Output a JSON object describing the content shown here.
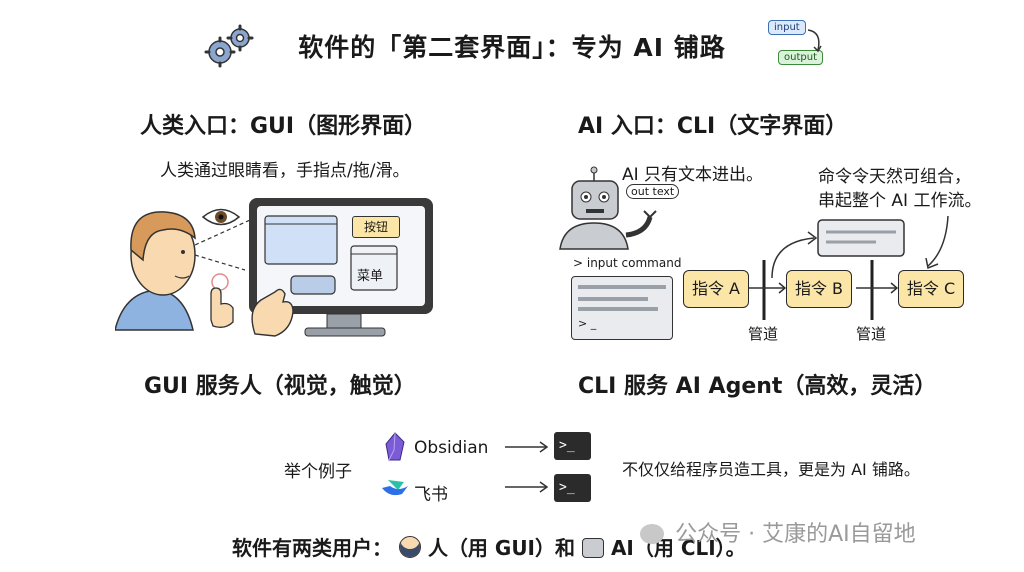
{
  "title": "软件的「第二套界面」：专为 AI 铺路",
  "io_badges": {
    "input": "input",
    "output": "output"
  },
  "left": {
    "heading": "人类入口：GUI（图形界面）",
    "subtext": "人类通过眼睛看，手指点/拖/滑。",
    "screen_button_label": "按钮",
    "screen_menu_label": "菜单",
    "footer": "GUI 服务人（视觉，触觉）"
  },
  "right": {
    "heading": "AI 入口：CLI（文字界面）",
    "robot_note": "AI 只有文本进出。",
    "out_text_bubble": "out text",
    "input_command_label": "> input command",
    "terminal_cursor": "> _",
    "composable_note_line1": "命令令天然可组合，",
    "composable_note_line2": "串起整个 AI 工作流。",
    "cmd_a": "指令 A",
    "cmd_b": "指令 B",
    "cmd_c": "指令 C",
    "pipe1": "管道",
    "pipe2": "管道",
    "footer": "CLI 服务 AI Agent（高效，灵活）"
  },
  "example": {
    "label": "举个例子",
    "apps": [
      {
        "name": "Obsidian"
      },
      {
        "name": "飞书"
      }
    ],
    "terminal_glyph": ">_",
    "conclusion": "不仅仅给程序员造工具，更是为 AI 铺路。"
  },
  "bottom_line": {
    "prefix": "软件有两类用户：",
    "human_part": "人（用 GUI）和",
    "ai_part": "AI（用 CLI）。"
  },
  "watermark": "公众号 · 艾康的AI自留地",
  "colors": {
    "accent_yellow": "#fbe6a8",
    "terminal": "#2b2b2b",
    "screen_blue": "#cfe0f7",
    "skin": "#f8d9b0"
  }
}
